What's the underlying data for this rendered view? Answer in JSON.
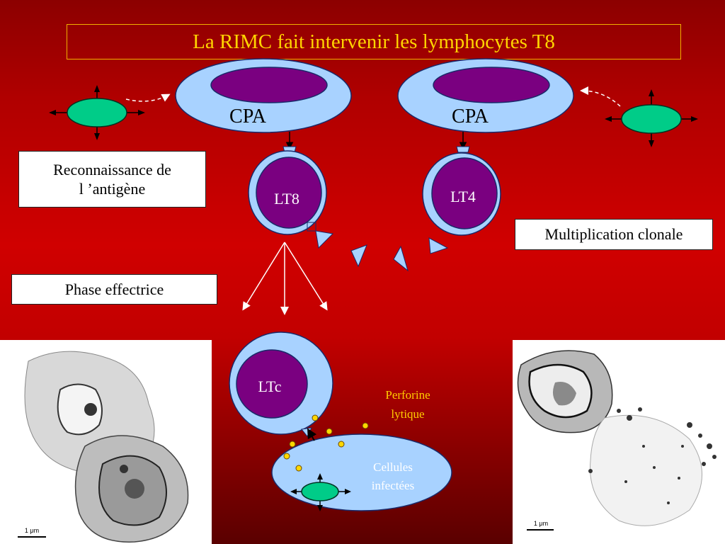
{
  "title": "La RIMC fait intervenir les lymphocytes T8",
  "boxes": {
    "recognition": [
      "Reconnaissance de",
      "l ’antigène"
    ],
    "multiplication": "Multiplication clonale",
    "phase": "Phase effectrice"
  },
  "cells": {
    "cpa_left": "CPA",
    "cpa_right": "CPA",
    "lt8": "LT8",
    "lt4": "LT4",
    "ltc": "LTc",
    "infected": [
      "Cellules",
      "infectées"
    ]
  },
  "perforin": [
    "Perforine",
    "lytique"
  ],
  "micrographs": {
    "left_scale": "1 μm",
    "right_scale": "1 μm"
  },
  "colors": {
    "title_text": "#ffd400",
    "cell_outer": "#a8d2ff",
    "nucleus": "#7a0080",
    "antigen_cell": "#00cc88",
    "perforin_text": "#ffcc00",
    "perforin_dot": "#ffd700"
  }
}
